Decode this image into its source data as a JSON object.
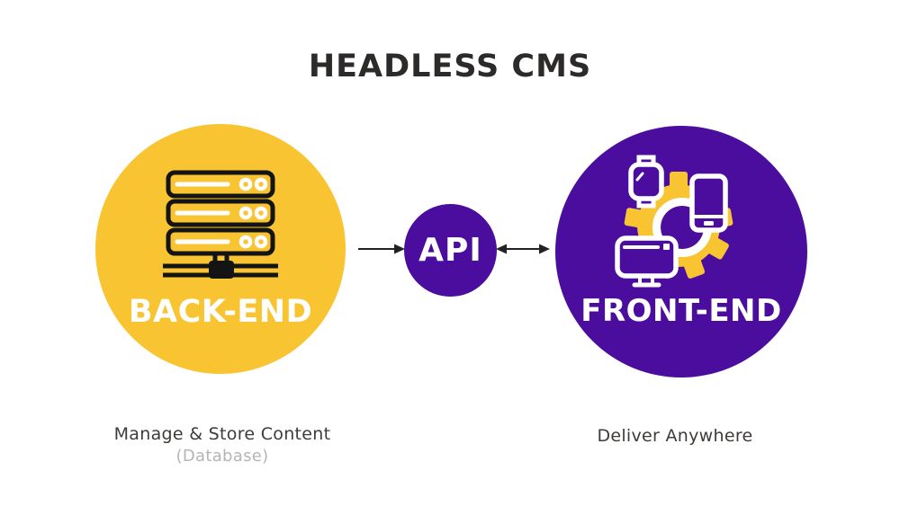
{
  "title": "HEADLESS CMS",
  "colors": {
    "background": "#FFFFFF",
    "backend_circle": "#F9C431",
    "frontend_circle": "#4A0D9E",
    "api_circle": "#4A0D9E",
    "title_text": "#2D2B2A",
    "node_label_text": "#FFFFFF",
    "caption_text": "#3E3B39",
    "caption_muted": "#B7B4B2",
    "arrow": "#222222",
    "icon_outline_dark": "#141414",
    "icon_outline_light": "#FFFFFF",
    "gear_yellow": "#F9C431"
  },
  "nodes": {
    "backend": {
      "label": "BACK-END",
      "icon": "server-stack-icon",
      "caption": "Manage & Store Content",
      "subcaption": "(Database)"
    },
    "api": {
      "label": "API"
    },
    "frontend": {
      "label": "FRONT-END",
      "icon": "devices-gear-icon",
      "caption": "Deliver Anywhere"
    }
  },
  "arrows": {
    "backend_to_api": "single-right",
    "api_to_frontend": "double-headed"
  }
}
